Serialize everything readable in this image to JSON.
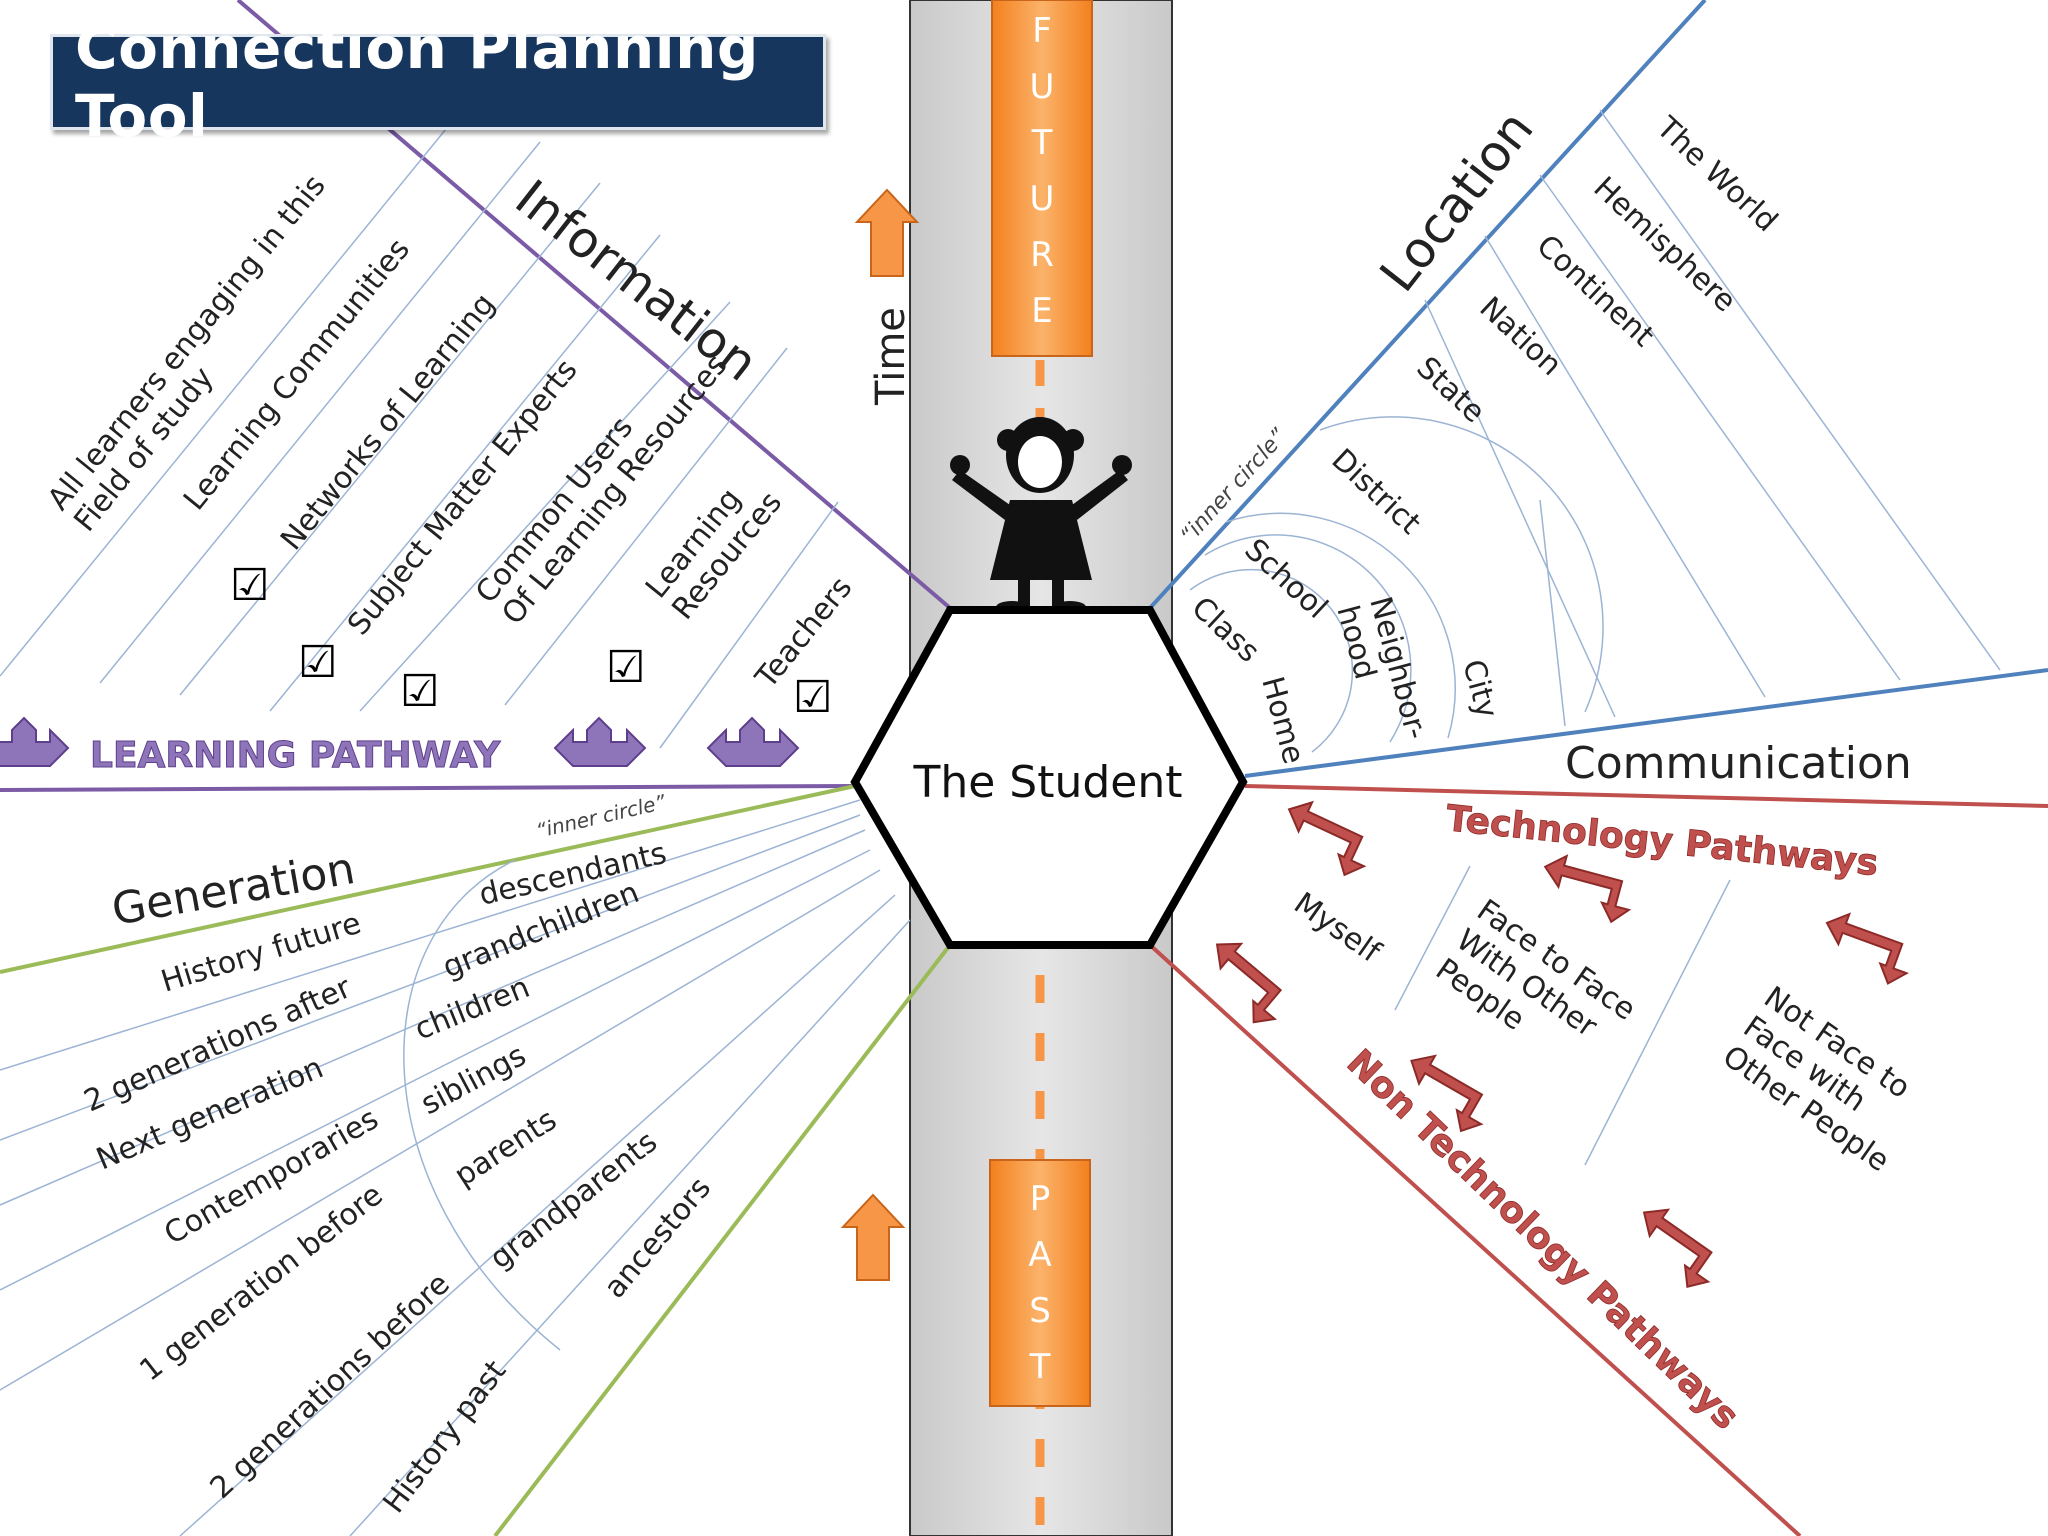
{
  "title": "Connection Planning Tool",
  "center": "The Student",
  "time": {
    "label": "Time",
    "future": "FUTURE",
    "past": "PAST"
  },
  "information": {
    "label": "Information",
    "items": [
      {
        "text": "All learners engaging in this Field of study",
        "checked": false
      },
      {
        "text": "Learning Communities",
        "checked": false
      },
      {
        "text": "Networks of Learning",
        "checked": true
      },
      {
        "text": "Subject Matter Experts",
        "checked": true
      },
      {
        "text": "Common Users Of Learning Resources",
        "checked": true
      },
      {
        "text": "Learning Resources",
        "checked": true
      },
      {
        "text": "Teachers",
        "checked": true
      }
    ],
    "pathway": "LEARNING PATHWAY",
    "checkmark": "☑"
  },
  "location": {
    "label": "Location",
    "inner_circle": "“inner circle”",
    "outer": [
      "The World",
      "Hemisphere",
      "Continent",
      "Nation",
      "State"
    ],
    "inner": [
      "District",
      "School",
      "Class",
      "Home",
      "Neighbor-hood",
      "City"
    ]
  },
  "communication": {
    "label": "Communication",
    "technology": "Technology Pathways",
    "non_technology": "Non Technology Pathways",
    "items": [
      "Myself",
      "Face to Face With Other People",
      "Not Face to Face with Other People"
    ]
  },
  "generation": {
    "label": "Generation",
    "inner_circle": "“inner circle”",
    "outer": [
      "History future",
      "2 generations after",
      "Next generation",
      "Contemporaries",
      "1 generation before",
      "2 generations before",
      "History past"
    ],
    "inner": [
      "descendants",
      "grandchildren",
      "children",
      "siblings",
      "parents",
      "grandparents",
      "ancestors"
    ]
  },
  "colors": {
    "information": "#7b5aa6",
    "location": "#4f81bd",
    "communication": "#c0504d",
    "generation": "#9bbb59",
    "orange": "#f79646",
    "title_bg": "#17365d"
  }
}
